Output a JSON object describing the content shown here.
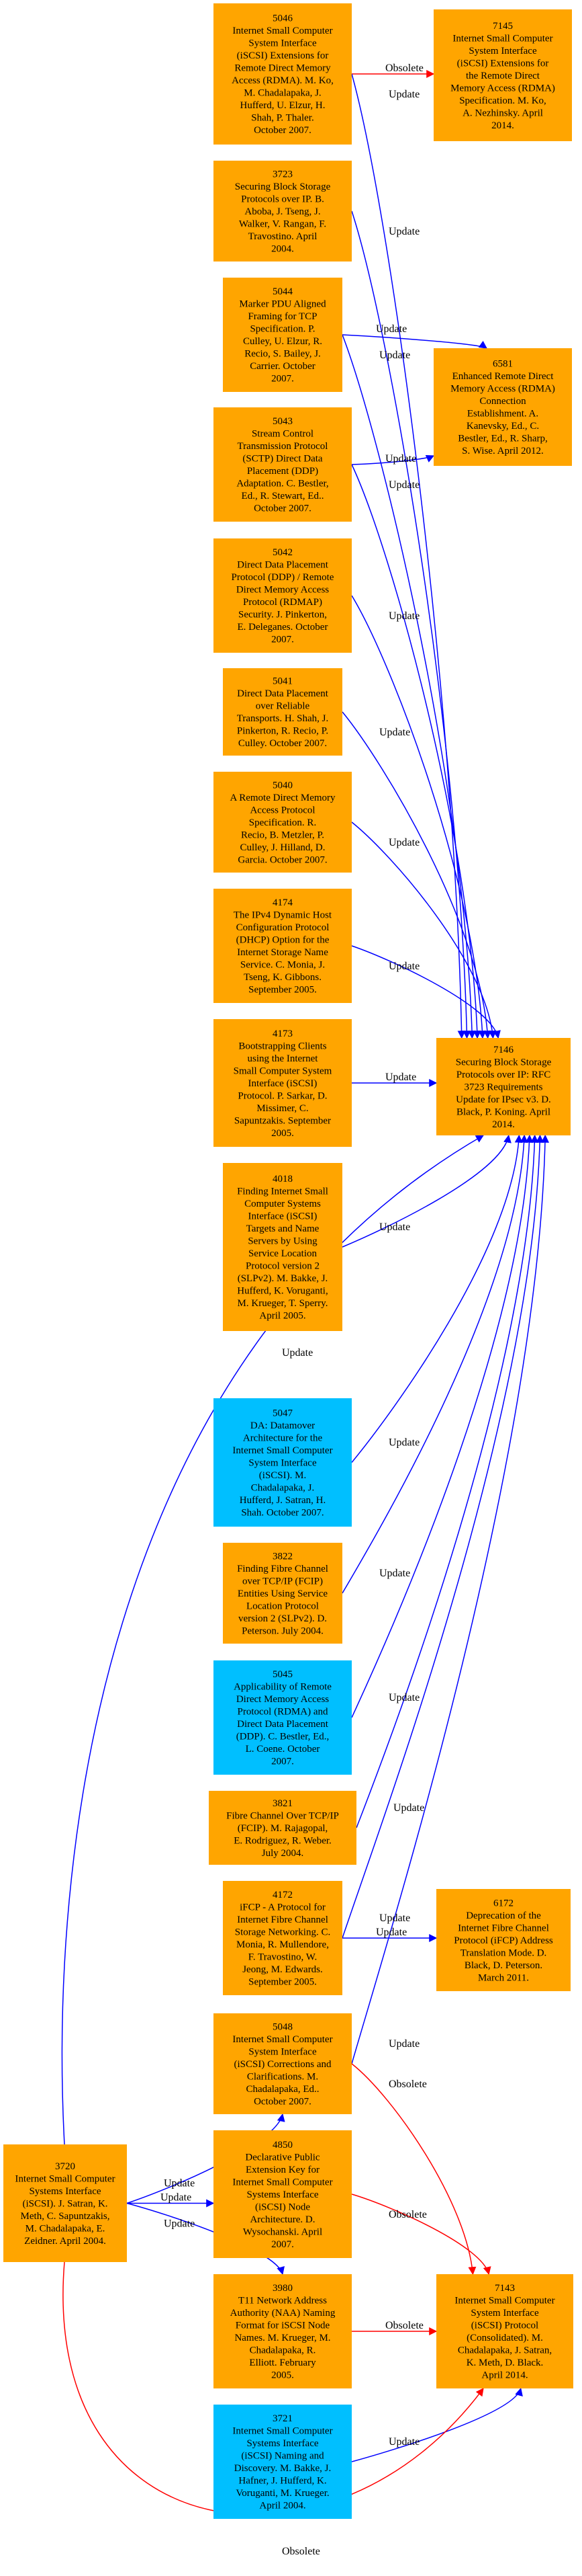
{
  "colors": {
    "standard": "#ffa500",
    "informational": "#00bfff",
    "update_edge": "#0000ff",
    "obsolete_edge": "#ff0000",
    "text": "#000000"
  },
  "nodes": [
    {
      "id": "5046",
      "kind": "standard",
      "lines": [
        "5046",
        "Internet Small Computer",
        "System Interface",
        "(iSCSI) Extensions for",
        "Remote Direct Memory",
        "Access (RDMA). M. Ko,",
        "M. Chadalapaka, J.",
        "Hufferd, U. Elzur, H.",
        "Shah, P. Thaler.",
        "October 2007."
      ]
    },
    {
      "id": "7145",
      "kind": "standard",
      "lines": [
        "7145",
        "Internet Small Computer",
        "System Interface",
        "(iSCSI) Extensions for",
        "the Remote Direct",
        "Memory Access (RDMA)",
        "Specification. M. Ko,",
        "A. Nezhinsky. April",
        "2014."
      ]
    },
    {
      "id": "3723",
      "kind": "standard",
      "lines": [
        "3723",
        "Securing Block Storage",
        "Protocols over IP. B.",
        "Aboba, J. Tseng, J.",
        "Walker, V. Rangan, F.",
        "Travostino. April",
        "2004."
      ]
    },
    {
      "id": "5044",
      "kind": "standard",
      "lines": [
        "5044",
        "Marker PDU Aligned",
        "Framing for TCP",
        "Specification. P.",
        "Culley, U. Elzur, R.",
        "Recio, S. Bailey, J.",
        "Carrier. October",
        "2007."
      ]
    },
    {
      "id": "6581",
      "kind": "standard",
      "lines": [
        "6581",
        "Enhanced Remote Direct",
        "Memory Access (RDMA)",
        "Connection",
        "Establishment. A.",
        "Kanevsky, Ed., C.",
        "Bestler, Ed., R. Sharp,",
        "S. Wise. April 2012."
      ]
    },
    {
      "id": "5043",
      "kind": "standard",
      "lines": [
        "5043",
        "Stream Control",
        "Transmission Protocol",
        "(SCTP) Direct Data",
        "Placement (DDP)",
        "Adaptation. C. Bestler,",
        "Ed., R. Stewart, Ed..",
        "October 2007."
      ]
    },
    {
      "id": "5042",
      "kind": "standard",
      "lines": [
        "5042",
        "Direct Data Placement",
        "Protocol (DDP) / Remote",
        "Direct Memory Access",
        "Protocol (RDMAP)",
        "Security. J. Pinkerton,",
        "E. Deleganes. October",
        "2007."
      ]
    },
    {
      "id": "5041",
      "kind": "standard",
      "lines": [
        "5041",
        "Direct Data Placement",
        "over Reliable",
        "Transports. H. Shah, J.",
        "Pinkerton, R. Recio, P.",
        "Culley. October 2007."
      ]
    },
    {
      "id": "5040",
      "kind": "standard",
      "lines": [
        "5040",
        "A Remote Direct Memory",
        "Access Protocol",
        "Specification. R.",
        "Recio, B. Metzler, P.",
        "Culley, J. Hilland, D.",
        "Garcia. October 2007."
      ]
    },
    {
      "id": "4174",
      "kind": "standard",
      "lines": [
        "4174",
        "The IPv4 Dynamic Host",
        "Configuration Protocol",
        "(DHCP) Option for the",
        "Internet Storage Name",
        "Service. C. Monia, J.",
        "Tseng, K. Gibbons.",
        "September 2005."
      ]
    },
    {
      "id": "4173",
      "kind": "standard",
      "lines": [
        "4173",
        "Bootstrapping Clients",
        "using the Internet",
        "Small Computer System",
        "Interface (iSCSI)",
        "Protocol. P. Sarkar, D.",
        "Missimer, C.",
        "Sapuntzakis. September",
        "2005."
      ]
    },
    {
      "id": "7146",
      "kind": "standard",
      "lines": [
        "7146",
        "Securing Block Storage",
        "Protocols over IP: RFC",
        "3723 Requirements",
        "Update for IPsec v3. D.",
        "Black, P. Koning. April",
        "2014."
      ]
    },
    {
      "id": "4018",
      "kind": "standard",
      "lines": [
        "4018",
        "Finding Internet Small",
        "Computer Systems",
        "Interface (iSCSI)",
        "Targets and Name",
        "Servers by Using",
        "Service Location",
        "Protocol version 2",
        "(SLPv2). M. Bakke, J.",
        "Hufferd, K. Voruganti,",
        "M. Krueger, T. Sperry.",
        "April 2005."
      ]
    },
    {
      "id": "5047",
      "kind": "informational",
      "lines": [
        "5047",
        "DA: Datamover",
        "Architecture for the",
        "Internet Small Computer",
        "System Interface",
        "(iSCSI). M.",
        "Chadalapaka, J.",
        "Hufferd, J. Satran, H.",
        "Shah. October 2007."
      ]
    },
    {
      "id": "3822",
      "kind": "standard",
      "lines": [
        "3822",
        "Finding Fibre Channel",
        "over TCP/IP (FCIP)",
        "Entities Using Service",
        "Location Protocol",
        "version 2 (SLPv2). D.",
        "Peterson. July 2004."
      ]
    },
    {
      "id": "5045",
      "kind": "informational",
      "lines": [
        "5045",
        "Applicability of Remote",
        "Direct Memory Access",
        "Protocol (RDMA) and",
        "Direct Data Placement",
        "(DDP). C. Bestler, Ed.,",
        "L. Coene. October",
        "2007."
      ]
    },
    {
      "id": "3821",
      "kind": "standard",
      "lines": [
        "3821",
        "Fibre Channel Over TCP/IP",
        "(FCIP). M. Rajagopal,",
        "E. Rodriguez, R. Weber.",
        "July 2004."
      ]
    },
    {
      "id": "4172",
      "kind": "standard",
      "lines": [
        "4172",
        "iFCP - A Protocol for",
        "Internet Fibre Channel",
        "Storage Networking. C.",
        "Monia, R. Mullendore,",
        "F. Travostino, W.",
        "Jeong, M. Edwards.",
        "September 2005."
      ]
    },
    {
      "id": "6172",
      "kind": "standard",
      "lines": [
        "6172",
        "Deprecation of the",
        "Internet Fibre Channel",
        "Protocol (iFCP) Address",
        "Translation Mode. D.",
        "Black, D. Peterson.",
        "March 2011."
      ]
    },
    {
      "id": "5048",
      "kind": "standard",
      "lines": [
        "5048",
        "Internet Small Computer",
        "System Interface",
        "(iSCSI) Corrections and",
        "Clarifications. M.",
        "Chadalapaka, Ed..",
        "October 2007."
      ]
    },
    {
      "id": "3720",
      "kind": "standard",
      "lines": [
        "3720",
        "Internet Small Computer",
        "Systems Interface",
        "(iSCSI). J. Satran, K.",
        "Meth, C. Sapuntzakis,",
        "M. Chadalapaka, E.",
        "Zeidner. April 2004."
      ]
    },
    {
      "id": "4850",
      "kind": "standard",
      "lines": [
        "4850",
        "Declarative Public",
        "Extension Key for",
        "Internet Small Computer",
        "Systems Interface",
        "(iSCSI) Node",
        "Architecture. D.",
        "Wysochanski. April",
        "2007."
      ]
    },
    {
      "id": "3980",
      "kind": "standard",
      "lines": [
        "3980",
        "T11 Network Address",
        "Authority (NAA) Naming",
        "Format for iSCSI Node",
        "Names. M. Krueger, M.",
        "Chadalapaka, R.",
        "Elliott. February",
        "2005."
      ]
    },
    {
      "id": "7143",
      "kind": "standard",
      "lines": [
        "7143",
        "Internet Small Computer",
        "System Interface",
        "(iSCSI) Protocol",
        "(Consolidated). M.",
        "Chadalapaka, J. Satran,",
        "K. Meth, D. Black.",
        "April 2014."
      ]
    },
    {
      "id": "3721",
      "kind": "informational",
      "lines": [
        "3721",
        "Internet Small Computer",
        "Systems Interface",
        "(iSCSI) Naming and",
        "Discovery. M. Bakke, J.",
        "Hafner, J. Hufferd, K.",
        "Voruganti, M. Krueger.",
        "April 2004."
      ]
    }
  ],
  "edges": [
    {
      "from": "5046",
      "to": "7145",
      "label": "Obsolete",
      "type": "obsolete"
    },
    {
      "from": "5046",
      "to": "7146",
      "label": "Update",
      "type": "update"
    },
    {
      "from": "3723",
      "to": "7146",
      "label": "Update",
      "type": "update"
    },
    {
      "from": "5044",
      "to": "6581",
      "label": "Update",
      "type": "update"
    },
    {
      "from": "5044",
      "to": "7146",
      "label": "Update",
      "type": "update"
    },
    {
      "from": "5043",
      "to": "6581",
      "label": "Update",
      "type": "update"
    },
    {
      "from": "5043",
      "to": "7146",
      "label": "Update",
      "type": "update"
    },
    {
      "from": "5042",
      "to": "7146",
      "label": "Update",
      "type": "update"
    },
    {
      "from": "5041",
      "to": "7146",
      "label": "Update",
      "type": "update"
    },
    {
      "from": "5040",
      "to": "7146",
      "label": "Update",
      "type": "update"
    },
    {
      "from": "4174",
      "to": "7146",
      "label": "Update",
      "type": "update"
    },
    {
      "from": "4173",
      "to": "7146",
      "label": "Update",
      "type": "update"
    },
    {
      "from": "4018",
      "to": "7146",
      "label": "Update",
      "type": "update"
    },
    {
      "from": "3720",
      "to": "7146",
      "label": "Update",
      "type": "update"
    },
    {
      "from": "5047",
      "to": "7146",
      "label": "Update",
      "type": "update"
    },
    {
      "from": "3822",
      "to": "7146",
      "label": "Update",
      "type": "update"
    },
    {
      "from": "5045",
      "to": "7146",
      "label": "Update",
      "type": "update"
    },
    {
      "from": "3821",
      "to": "7146",
      "label": "Update",
      "type": "update"
    },
    {
      "from": "4172",
      "to": "7146",
      "label": "Update",
      "type": "update"
    },
    {
      "from": "4172",
      "to": "6172",
      "label": "Update",
      "type": "update"
    },
    {
      "from": "5048",
      "to": "7146",
      "label": "Update",
      "type": "update"
    },
    {
      "from": "5048",
      "to": "7143",
      "label": "Obsolete",
      "type": "obsolete"
    },
    {
      "from": "3720",
      "to": "5048",
      "label": "Update",
      "type": "update"
    },
    {
      "from": "3720",
      "to": "4850",
      "label": "Update",
      "type": "update"
    },
    {
      "from": "3720",
      "to": "3980",
      "label": "Update",
      "type": "update"
    },
    {
      "from": "4850",
      "to": "7143",
      "label": "Obsolete",
      "type": "obsolete"
    },
    {
      "from": "3980",
      "to": "7143",
      "label": "Obsolete",
      "type": "obsolete"
    },
    {
      "from": "3721",
      "to": "7143",
      "label": "Update",
      "type": "update"
    },
    {
      "from": "3720",
      "to": "7143",
      "label": "Obsolete",
      "type": "obsolete"
    }
  ]
}
